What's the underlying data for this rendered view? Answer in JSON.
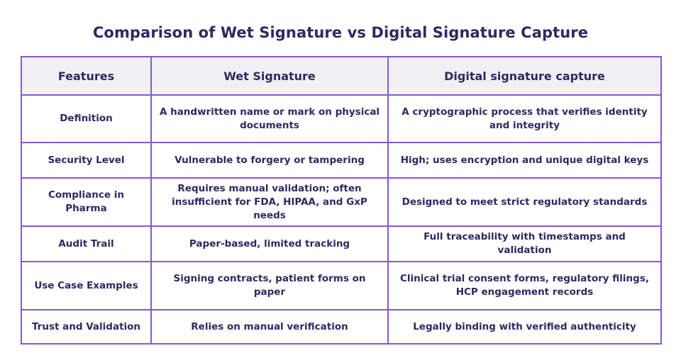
{
  "title": "Comparison of Wet Signature vs Digital Signature Capture",
  "headers": [
    "Features",
    "Wet Signature",
    "Digital signature capture"
  ],
  "rows": [
    {
      "feature": "Definition",
      "wet": "A handwritten name or mark on physical documents",
      "digital": "A cryptographic process that verifies identity and integrity"
    },
    {
      "feature": "Security Level",
      "wet": "Vulnerable to forgery or tampering",
      "digital": "High; uses encryption and unique digital keys"
    },
    {
      "feature": "Compliance in Pharma",
      "wet": "Requires manual validation; often insufficient for FDA, HIPAA, and GxP needs",
      "digital": "Designed to meet strict regulatory standards"
    },
    {
      "feature": "Audit Trail",
      "wet": "Paper-based, limited tracking",
      "digital": "Full traceability with timestamps and validation"
    },
    {
      "feature": "Use Case Examples",
      "wet": "Signing contracts, patient forms on paper",
      "digital": "Clinical trial consent forms, regulatory filings, HCP engagement records"
    },
    {
      "feature": "Trust and Validation",
      "wet": "Relies on manual verification",
      "digital": "Legally binding with verified authenticity"
    }
  ],
  "colors": {
    "border": "#8a55d6",
    "text": "#2b2a63",
    "header_bg": "#f1f1f4"
  }
}
